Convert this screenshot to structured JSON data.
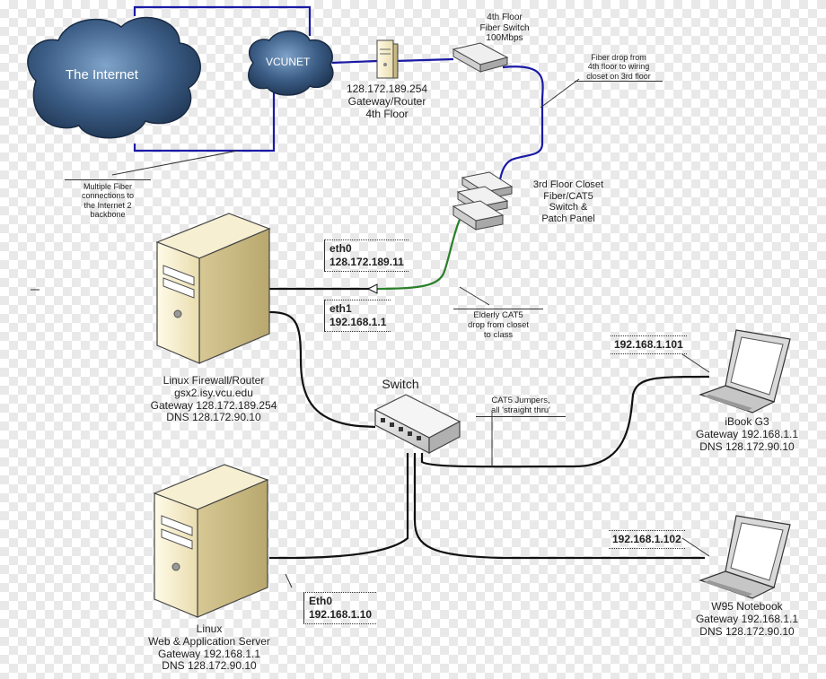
{
  "internet_cloud": {
    "label": "The Internet"
  },
  "vcunet_cloud": {
    "label": "VCUNET"
  },
  "gateway_router": {
    "lines": [
      "128.172.189.254",
      "Gateway/Router",
      "4th Floor"
    ]
  },
  "fiber_switch": {
    "lines": [
      "4th Floor",
      "Fiber Switch",
      "100Mbps"
    ]
  },
  "fiber_drop_note": {
    "lines": [
      "Fiber drop from",
      "4th floor to wiring",
      "closet on 3rd floor"
    ]
  },
  "multiple_fiber_note": {
    "lines": [
      "Multiple Fiber",
      "connections to",
      "the Internet 2",
      "backbone"
    ]
  },
  "closet_switch": {
    "lines": [
      "3rd Floor Closet",
      "Fiber/CAT5",
      "Switch &",
      "Patch Panel"
    ]
  },
  "eth0_top": {
    "name": "eth0",
    "ip": "128.172.189.11"
  },
  "eth1": {
    "name": "eth1",
    "ip": "192.168.1.1"
  },
  "cat5_note": {
    "lines": [
      "Elderly CAT5",
      "drop from closet",
      "to class"
    ]
  },
  "firewall": {
    "lines": [
      "Linux Firewall/Router",
      "gsx2.isy.vcu.edu",
      "Gateway 128.172.189.254",
      "DNS 128.172.90.10"
    ]
  },
  "switch": {
    "label": "Switch"
  },
  "jumpers_note": {
    "lines": [
      "CAT5 Jumpers,",
      "all 'straight thru'"
    ]
  },
  "ibook": {
    "ip": "192.168.1.101",
    "lines": [
      "iBook G3",
      "Gateway 192.168.1.1",
      "DNS 128.172.90.10"
    ]
  },
  "w95": {
    "ip": "192.168.1.102",
    "lines": [
      "W95 Notebook",
      "Gateway 192.168.1.1",
      "DNS 128.172.90.10"
    ]
  },
  "eth0_server": {
    "name": "Eth0",
    "ip": "192.168.1.10"
  },
  "web_server": {
    "lines": [
      "Linux",
      "Web & Application Server",
      "Gateway 192.168.1.1",
      "DNS 128.172.90.10"
    ]
  },
  "colors": {
    "fiber": "#1a1aa6",
    "cat5_green": "#2a7f2a",
    "cable": "#111111",
    "cloud": "#2f4d73"
  }
}
